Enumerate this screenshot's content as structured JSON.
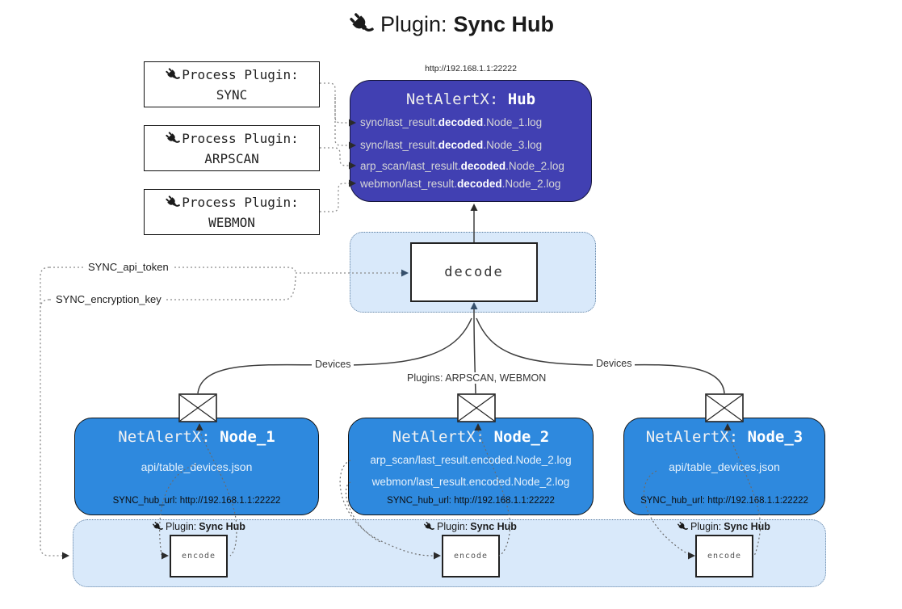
{
  "title": {
    "prefix": "Plugin: ",
    "bold": "Sync Hub"
  },
  "hub": {
    "url": "http://192.168.1.1:22222",
    "name_prefix": "NetAlertX: ",
    "name_bold": "Hub",
    "files": [
      {
        "pre": "sync/last_result.",
        "bold": "decoded",
        "post": ".Node_1.log"
      },
      {
        "pre": "sync/last_result.",
        "bold": "decoded",
        "post": ".Node_3.log"
      },
      {
        "pre": "arp_scan/last_result.",
        "bold": "decoded",
        "post": ".Node_2.log"
      },
      {
        "pre": "webmon/last_result.",
        "bold": "decoded",
        "post": ".Node_2.log"
      }
    ]
  },
  "process_plugins": [
    {
      "label": "Process Plugin:",
      "name": "SYNC"
    },
    {
      "label": "Process Plugin:",
      "name": "ARPSCAN"
    },
    {
      "label": "Process Plugin:",
      "name": "WEBMON"
    }
  ],
  "decode": {
    "label": "decode"
  },
  "settings": {
    "api_token": "SYNC_api_token",
    "encryption_key": "SYNC_encryption_key"
  },
  "edges": {
    "left": "Devices",
    "center": "Plugins: ARPSCAN, WEBMON",
    "right": "Devices"
  },
  "nodes": [
    {
      "name_prefix": "NetAlertX: ",
      "name_bold": "Node_1",
      "files": [
        "api/table_devices.json"
      ],
      "hub_url": "SYNC_hub_url: http://192.168.1.1:22222"
    },
    {
      "name_prefix": "NetAlertX: ",
      "name_bold": "Node_2",
      "files": [
        "arp_scan/last_result.encoded.Node_2.log",
        "webmon/last_result.encoded.Node_2.log"
      ],
      "hub_url": "SYNC_hub_url: http://192.168.1.1:22222"
    },
    {
      "name_prefix": "NetAlertX: ",
      "name_bold": "Node_3",
      "files": [
        "api/table_devices.json"
      ],
      "hub_url": "SYNC_hub_url: http://192.168.1.1:22222"
    }
  ],
  "encoder": {
    "label_prefix": "Plugin: ",
    "label_bold": "Sync Hub",
    "box_label": "encode"
  },
  "colors": {
    "hub-fill": "#4140b2",
    "node-fill": "#2e89de",
    "band-fill": "#d9e9fa",
    "band-border": "#5b7da0"
  }
}
